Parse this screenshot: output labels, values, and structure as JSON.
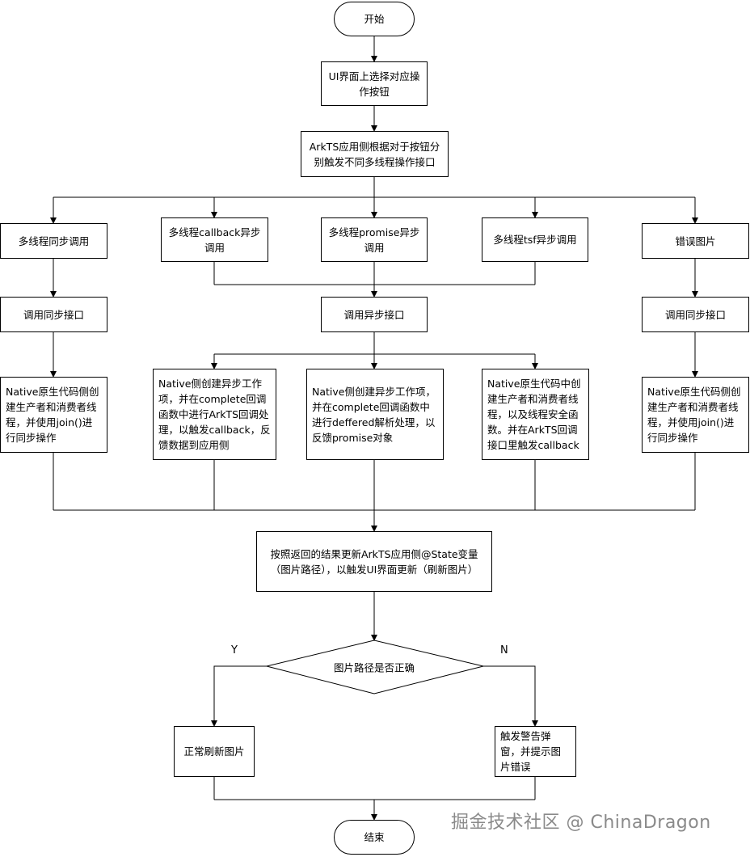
{
  "nodes": {
    "start": "开始",
    "select_button": "UI界面上选择对应操作按钮",
    "arkts_trigger": "ArkTS应用侧根据对于按钮分别触发不同多线程操作接口",
    "sync_call_left": "多线程同步调用",
    "callback_async": "多线程callback异步调用",
    "promise_async": "多线程promise异步调用",
    "tsf_async": "多线程tsf异步调用",
    "error_image": "错误图片",
    "sync_iface_left": "调用同步接口",
    "async_iface": "调用异步接口",
    "sync_iface_right": "调用同步接口",
    "native_sync_left": "Native原生代码侧创建生产者和消费者线程，并使用join()进行同步操作",
    "native_callback": "Native侧创建异步工作项，并在complete回调函数中进行ArkTS回调处理，以触发callback，反馈数据到应用侧",
    "native_promise": "Native侧创建异步工作项，并在complete回调函数中进行deffered解析处理，以反馈promise对象",
    "native_tsf": "Native原生代码中创建生产者和消费者线程，以及线程安全函数。并在ArkTS回调接口里触发callback",
    "native_sync_right": "Native原生代码侧创建生产者和消费者线程，并使用join()进行同步操作",
    "update_state": "按照返回的结果更新ArkTS应用侧@State变量（图片路径），以触发UI界面更新（刷新图片）",
    "decision": "图片路径是否正确",
    "refresh_ok": "正常刷新图片",
    "alert_error": "触发警告弹窗，并提示图片错误",
    "end": "结束"
  },
  "edge_labels": {
    "yes": "Y",
    "no": "N"
  },
  "watermark": "掘金技术社区 @ ChinaDragon"
}
